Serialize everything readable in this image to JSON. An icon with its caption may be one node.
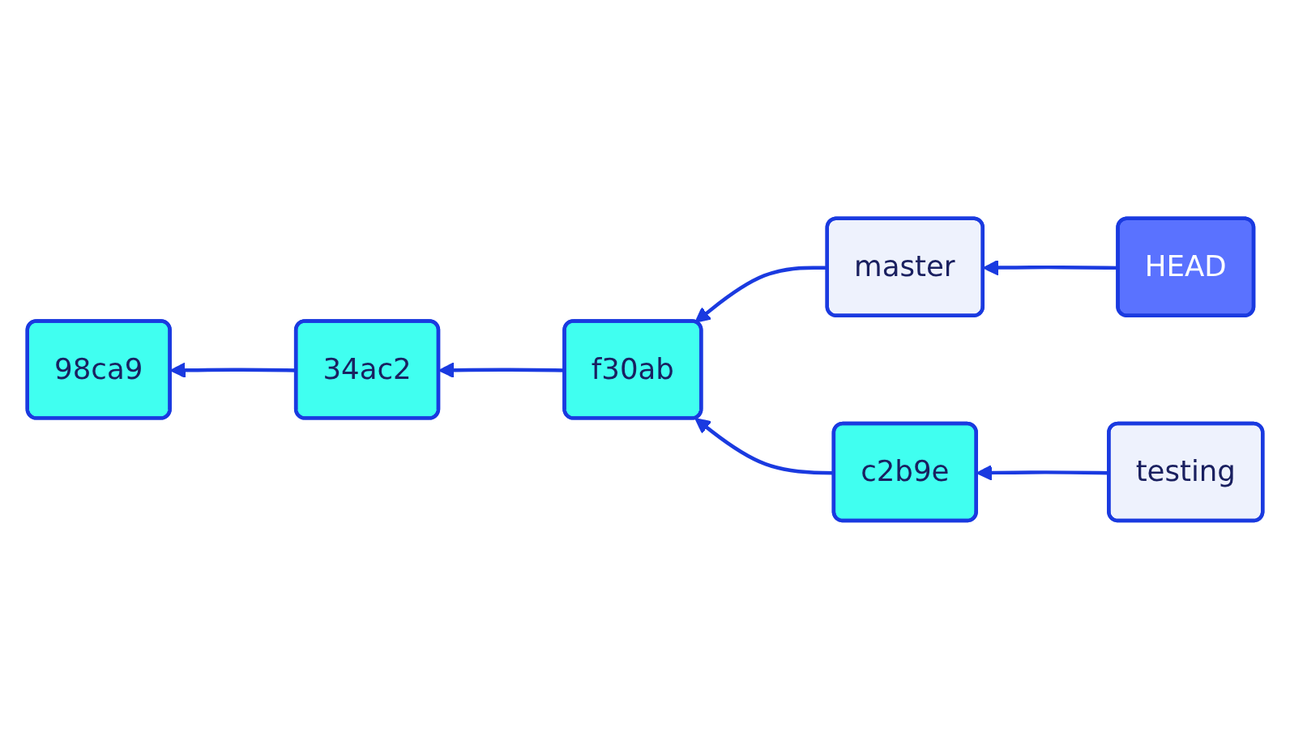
{
  "diagram": {
    "nodes": [
      {
        "text": [
          "HEAD"
        ]
      },
      {
        "text": [
          "master"
        ]
      },
      {
        "text": [
          "98ca9"
        ]
      },
      {
        "text": [
          "34ac2"
        ]
      },
      {
        "text": [
          "f30ab"
        ]
      },
      {
        "text": [
          "c2b9e"
        ]
      },
      {
        "text": [
          "testing"
        ]
      }
    ],
    "edges": [
      {
        "from": 0,
        "to": 1,
        "arrow": "to"
      },
      {
        "from": 1,
        "to": 4,
        "arrow": "to"
      },
      {
        "from": 3,
        "to": 2,
        "arrow": "to"
      },
      {
        "from": 4,
        "to": 3,
        "arrow": "to"
      },
      {
        "from": 5,
        "to": 4,
        "arrow": "to"
      },
      {
        "from": 6,
        "to": 5,
        "arrow": "to"
      }
    ]
  }
}
